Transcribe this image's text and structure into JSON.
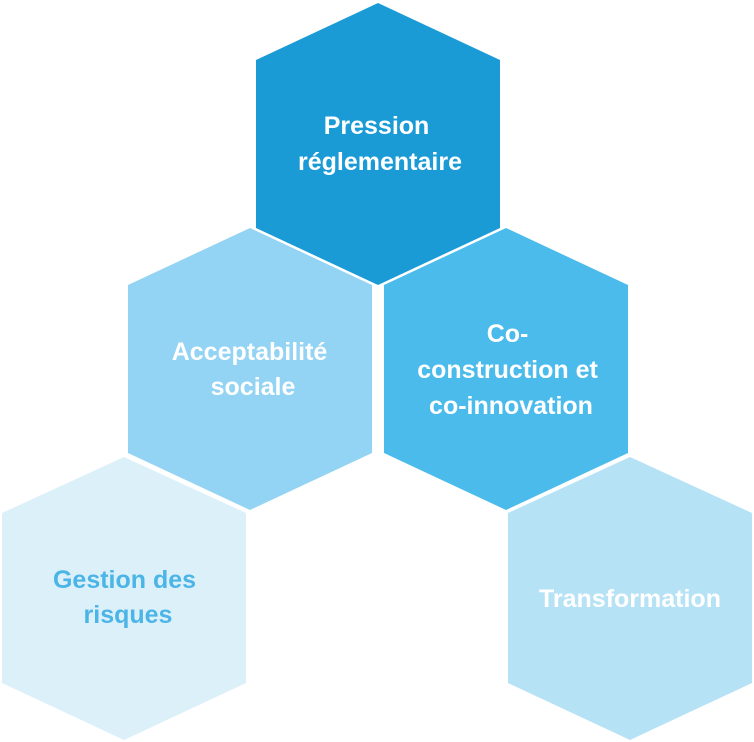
{
  "hexagons": [
    {
      "id": "pression",
      "lines": [
        "Pression",
        "réglementaire"
      ],
      "fill": "#1A9BD6",
      "text_color": "#FFFFFF"
    },
    {
      "id": "acceptabilite",
      "lines": [
        "Acceptabilité",
        "sociale"
      ],
      "fill": "#93D3F3",
      "text_color": "#FFFFFF"
    },
    {
      "id": "coconstruction",
      "lines": [
        "Co-",
        "construction et",
        "co-innovation"
      ],
      "fill": "#4ABBEB",
      "text_color": "#FFFFFF"
    },
    {
      "id": "gestion",
      "lines": [
        "Gestion des",
        "risques"
      ],
      "fill": "#DCF0FA",
      "text_color": "#4AB5E6"
    },
    {
      "id": "transformation",
      "lines": [
        "Transformation"
      ],
      "fill": "#B6E2F6",
      "text_color": "#FFFFFF"
    }
  ]
}
